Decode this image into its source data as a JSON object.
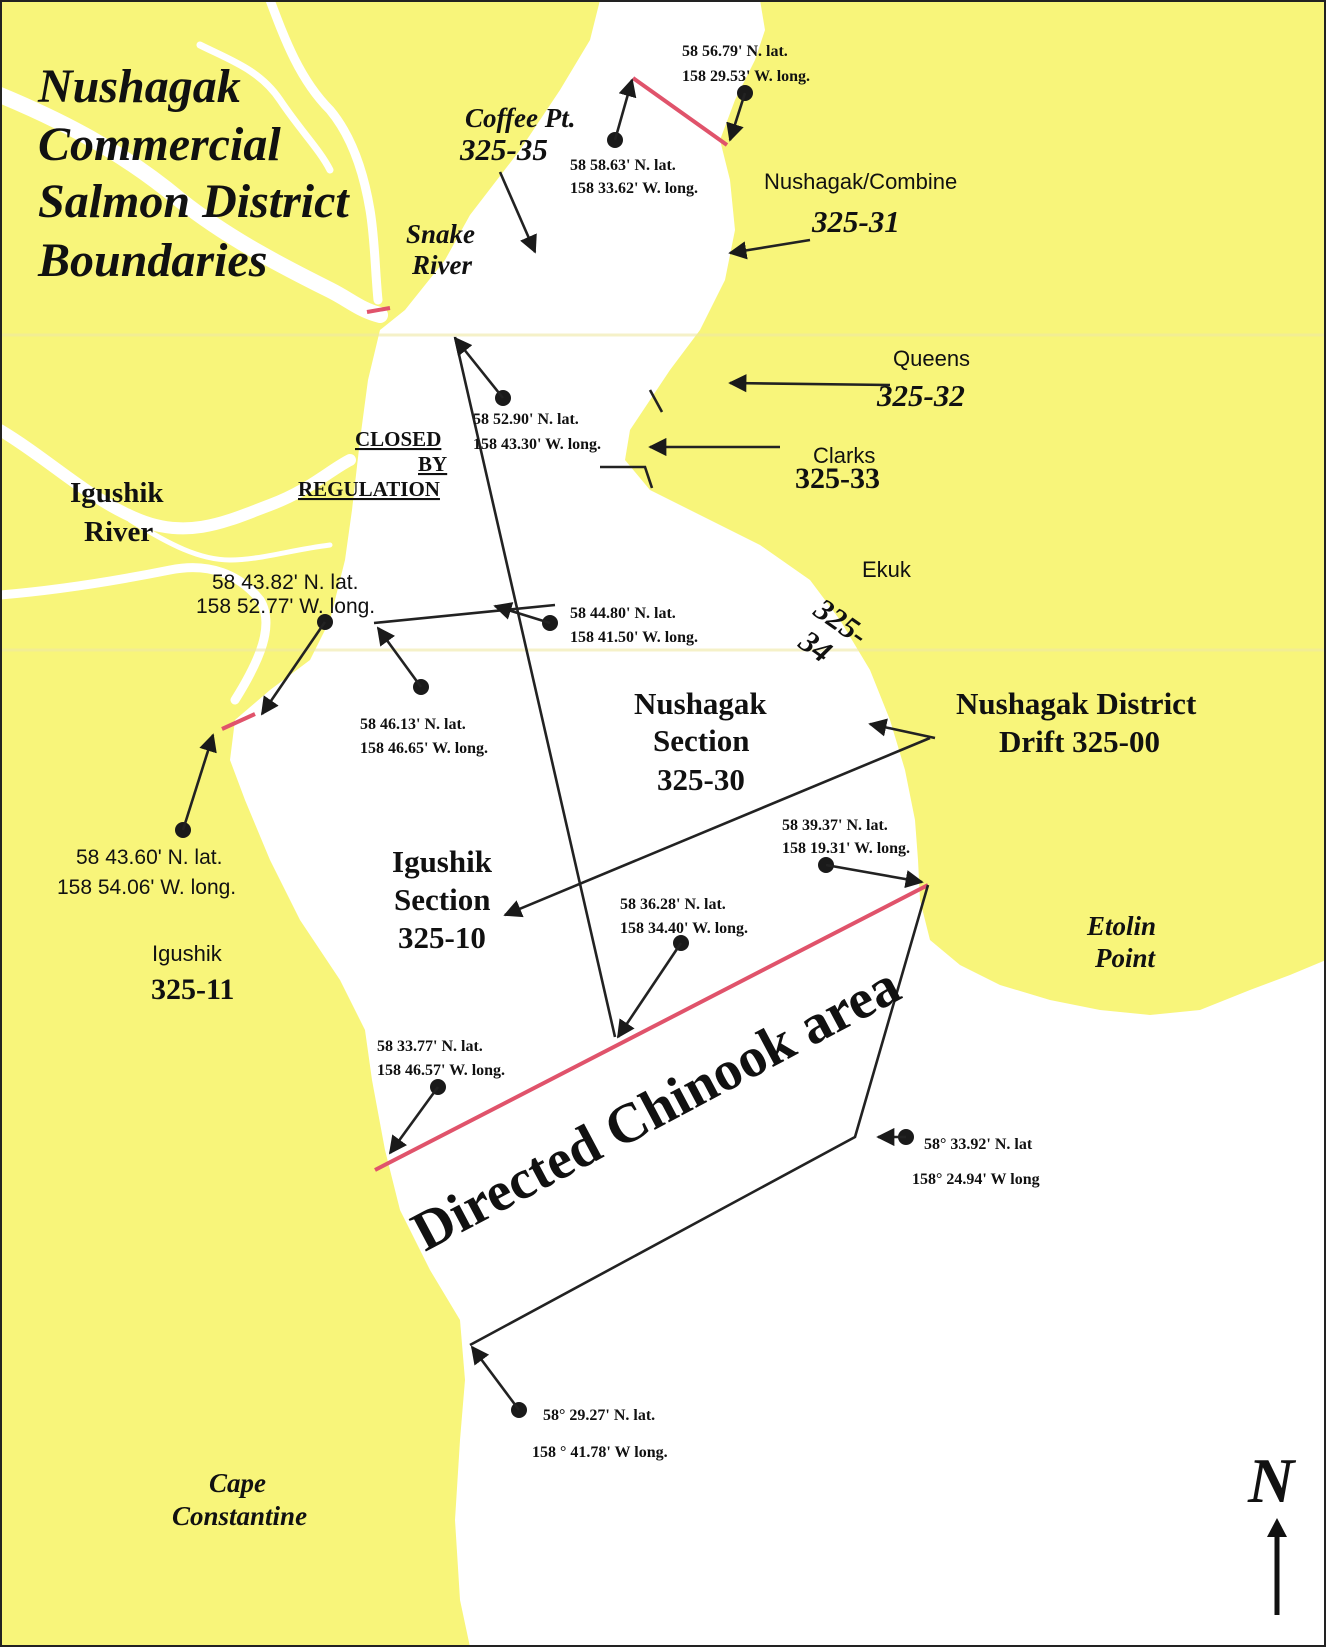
{
  "title": {
    "line1": "Nushagak",
    "line2": "Commercial",
    "line3": "Salmon District",
    "line4": "Boundaries"
  },
  "places": {
    "coffee_pt": "Coffee Pt.",
    "snake_river_1": "Snake",
    "snake_river_2": "River",
    "nushagak_combine": "Nushagak/Combine",
    "queens": "Queens",
    "clarks": "Clarks",
    "ekuk": "Ekuk",
    "igushik_river_1": "Igushik",
    "igushik_river_2": "River",
    "igushik": "Igushik",
    "etolin_1": "Etolin",
    "etolin_2": "Point",
    "cape_1": "Cape",
    "cape_2": "Constantine"
  },
  "codes": {
    "coffee_pt": "325-35",
    "nushagak_combine": "325-31",
    "queens": "325-32",
    "clarks": "325-33",
    "ekuk_a": "325-",
    "ekuk_b": "34",
    "igushik": "325-11"
  },
  "sections": {
    "nushagak_1": "Nushagak",
    "nushagak_2": "Section",
    "nushagak_3": "325-30",
    "igushik_1": "Igushik",
    "igushik_2": "Section",
    "igushik_3": "325-10",
    "drift_1": "Nushagak District",
    "drift_2": "Drift 325-00"
  },
  "closed": {
    "line1": "CLOSED",
    "line2": "BY",
    "line3": "REGULATION"
  },
  "directed_chinook": "Directed Chinook area",
  "north_label": "N",
  "coordinates": [
    {
      "lat": "58  56.79' N. lat.",
      "long": "158  29.53' W. long."
    },
    {
      "lat": "58  58.63' N. lat.",
      "long": "158  33.62' W. long."
    },
    {
      "lat": "58  52.90' N. lat.",
      "long": "158  43.30' W. long."
    },
    {
      "lat": "58  43.82' N. lat.",
      "long": "158  52.77' W. long."
    },
    {
      "lat": "58  44.80' N. lat.",
      "long": "158  41.50' W. long."
    },
    {
      "lat": "58  46.13' N. lat.",
      "long": "158  46.65' W. long."
    },
    {
      "lat": "58  43.60' N. lat.",
      "long": "158  54.06' W. long."
    },
    {
      "lat": "58  39.37' N. lat.",
      "long": "158  19.31' W. long."
    },
    {
      "lat": "58  36.28' N. lat.",
      "long": "158  34.40' W. long."
    },
    {
      "lat": "58  33.77' N. lat.",
      "long": "158  46.57' W. long."
    },
    {
      "lat": "58° 33.92' N. lat",
      "long": "158° 24.94' W long"
    },
    {
      "lat": "58° 29.27' N. lat.",
      "long": "158 ° 41.78' W long."
    }
  ],
  "colors": {
    "land": "#f8f57a",
    "water": "#ffffff",
    "boundary": "#e0536b",
    "ink": "#111111"
  }
}
